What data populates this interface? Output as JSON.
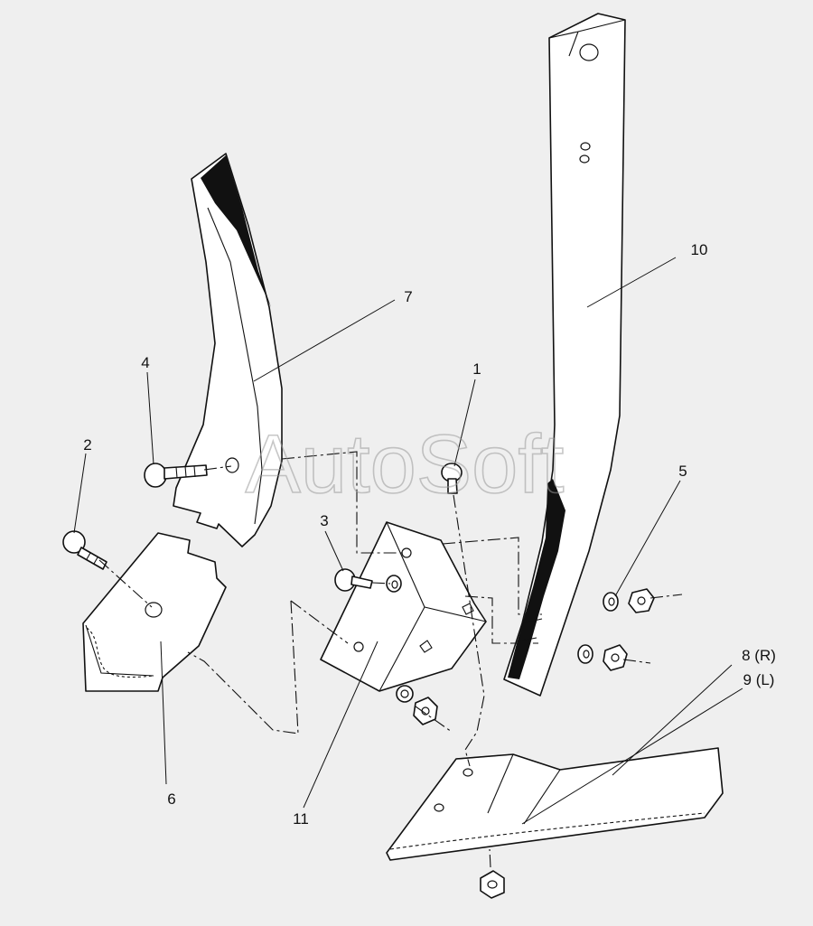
{
  "diagram": {
    "watermark": "AutoSoft",
    "callouts": [
      {
        "id": "c1",
        "label": "1"
      },
      {
        "id": "c2",
        "label": "2"
      },
      {
        "id": "c3",
        "label": "3"
      },
      {
        "id": "c4",
        "label": "4"
      },
      {
        "id": "c5",
        "label": "5"
      },
      {
        "id": "c6",
        "label": "6"
      },
      {
        "id": "c7",
        "label": "7"
      },
      {
        "id": "c8",
        "label": "8 (R)"
      },
      {
        "id": "c9",
        "label": "9 (L)"
      },
      {
        "id": "c10",
        "label": "10"
      },
      {
        "id": "c11",
        "label": "11"
      }
    ]
  }
}
